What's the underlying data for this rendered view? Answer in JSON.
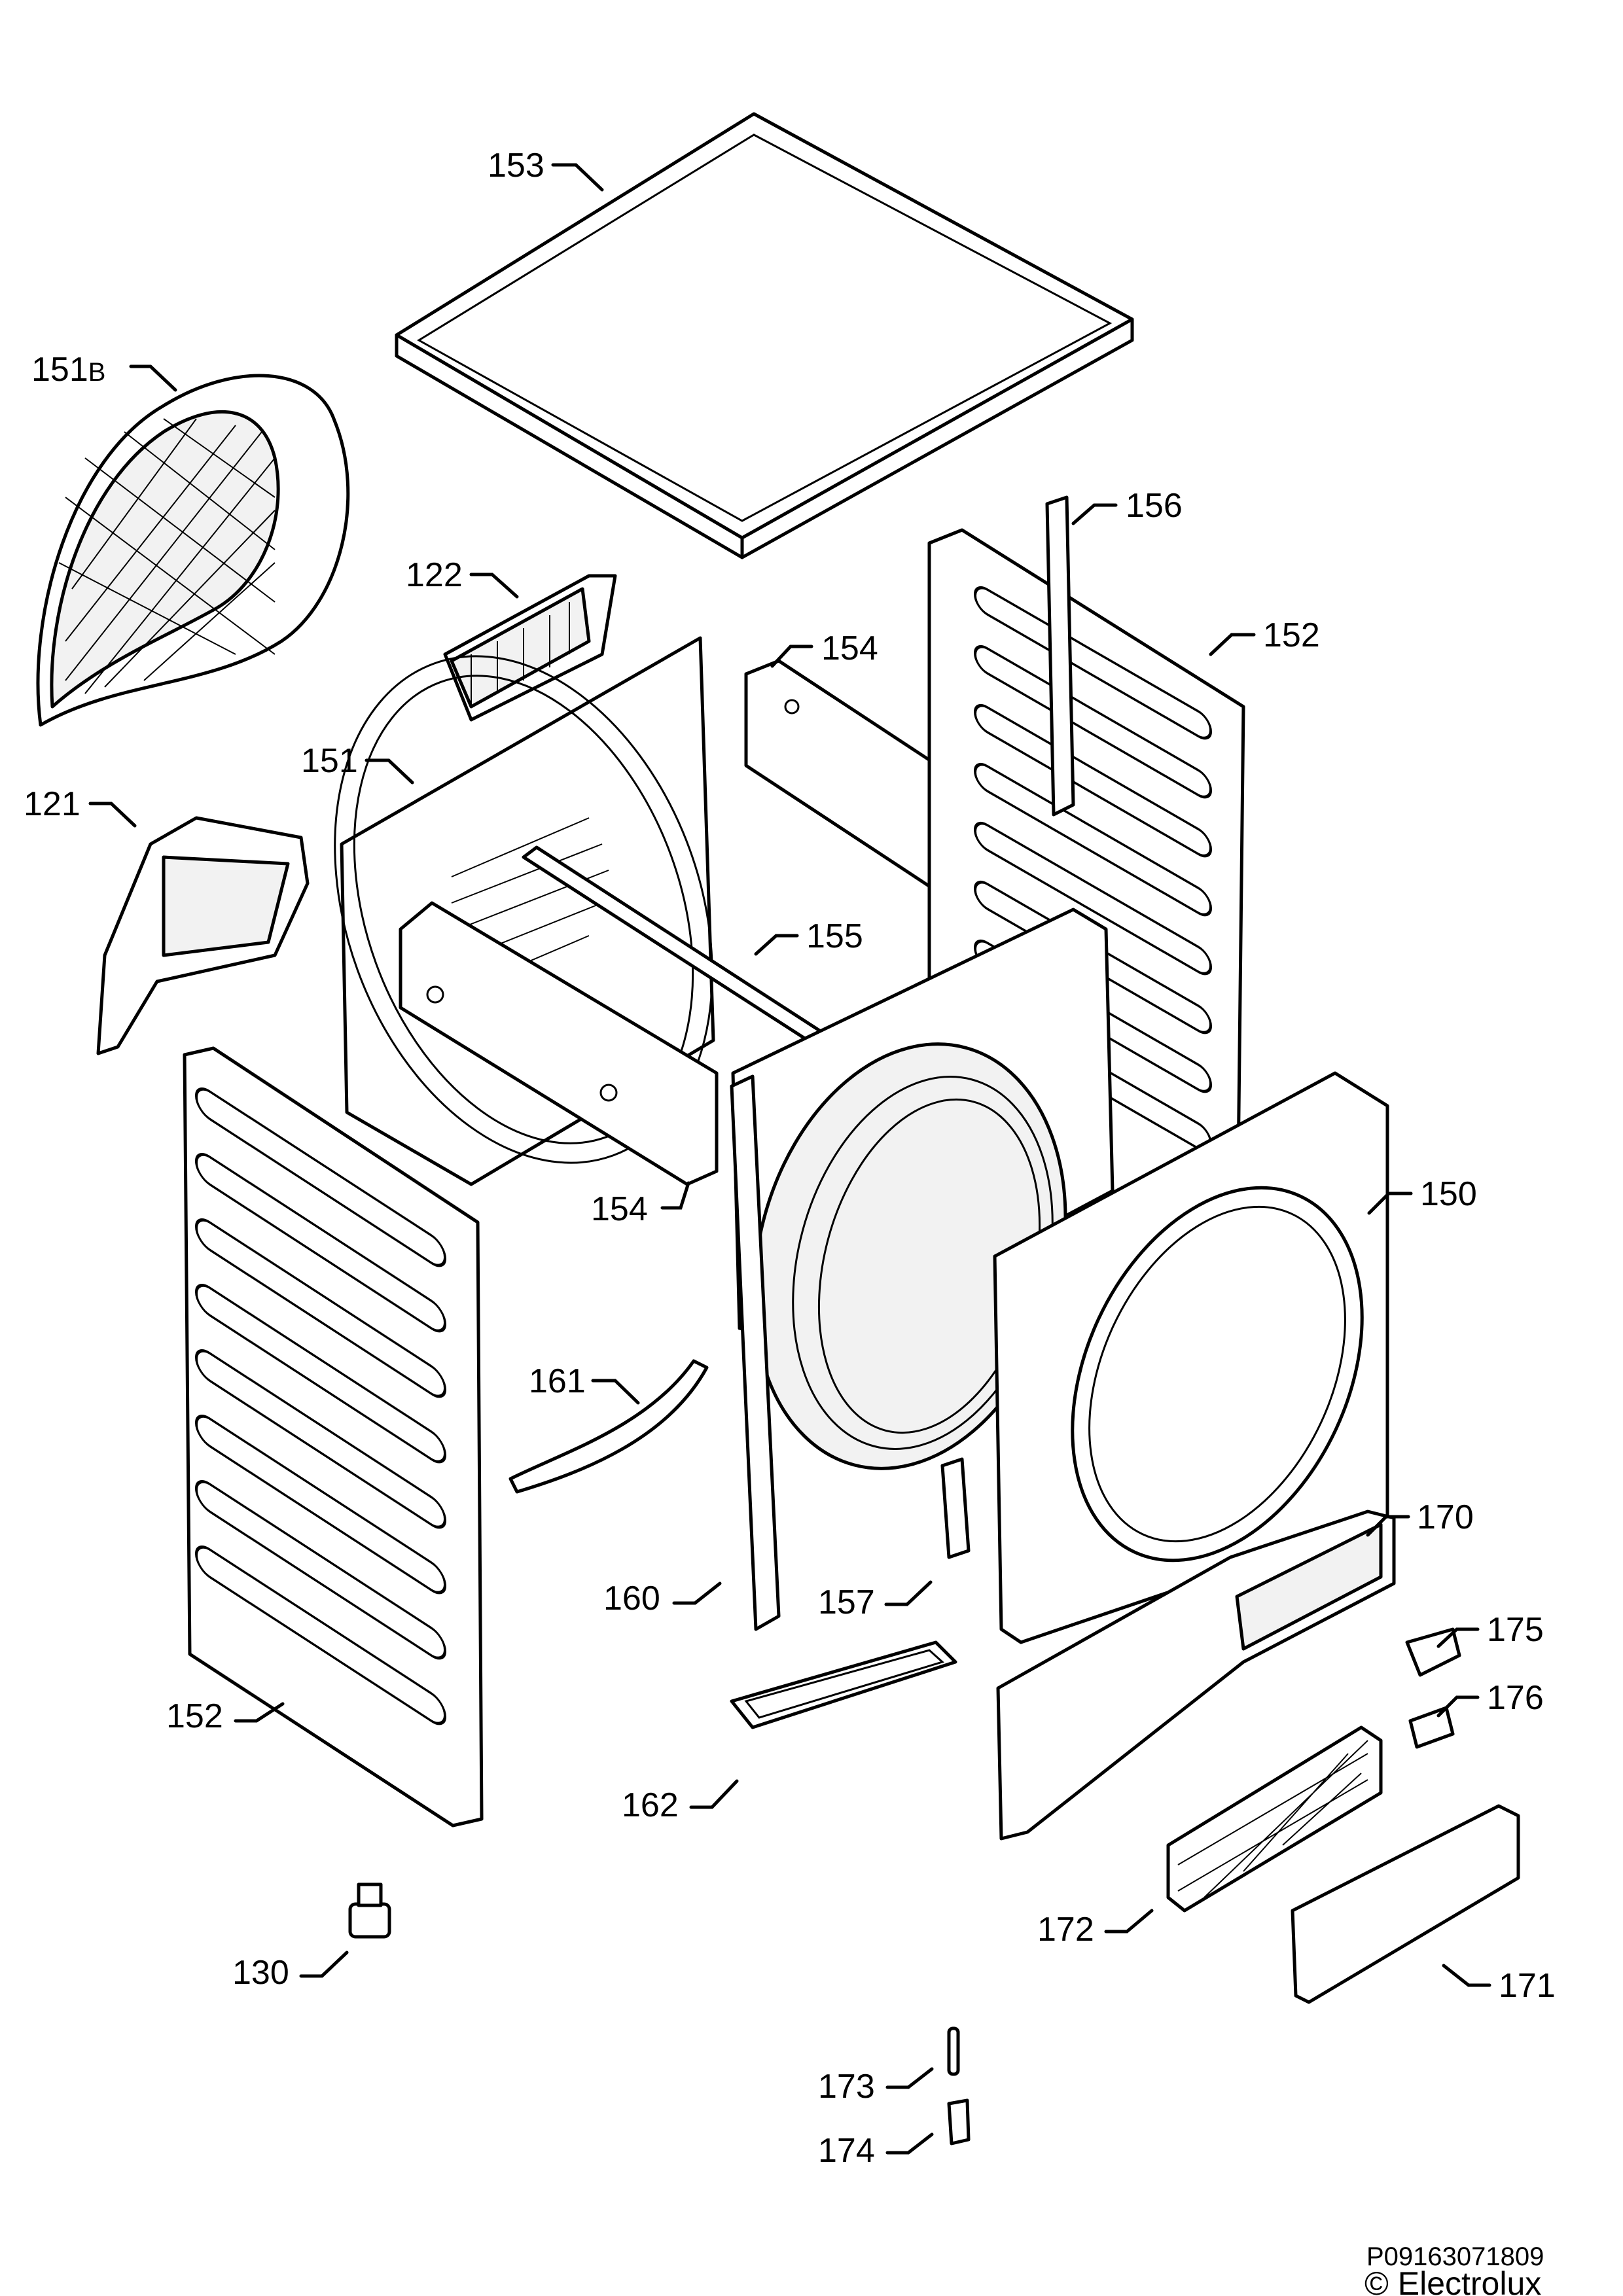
{
  "callouts": [
    {
      "id": "153",
      "text": "153"
    },
    {
      "id": "151b",
      "text": "151"
    },
    {
      "id": "122",
      "text": "122"
    },
    {
      "id": "156",
      "text": "156"
    },
    {
      "id": "154-top",
      "text": "154"
    },
    {
      "id": "152-right",
      "text": "152"
    },
    {
      "id": "151",
      "text": "151"
    },
    {
      "id": "121",
      "text": "121"
    },
    {
      "id": "155",
      "text": "155"
    },
    {
      "id": "154-bottom",
      "text": "154"
    },
    {
      "id": "150",
      "text": "150"
    },
    {
      "id": "161",
      "text": "161"
    },
    {
      "id": "170",
      "text": "170"
    },
    {
      "id": "175",
      "text": "175"
    },
    {
      "id": "160",
      "text": "160"
    },
    {
      "id": "157",
      "text": "157"
    },
    {
      "id": "176",
      "text": "176"
    },
    {
      "id": "152-left",
      "text": "152"
    },
    {
      "id": "162",
      "text": "162"
    },
    {
      "id": "172",
      "text": "172"
    },
    {
      "id": "130",
      "text": "130"
    },
    {
      "id": "171",
      "text": "171"
    },
    {
      "id": "173",
      "text": "173"
    },
    {
      "id": "174",
      "text": "174"
    }
  ],
  "callout_suffix_151b": "B",
  "footer": {
    "code": "P09163071809",
    "brand": "© Electrolux"
  }
}
